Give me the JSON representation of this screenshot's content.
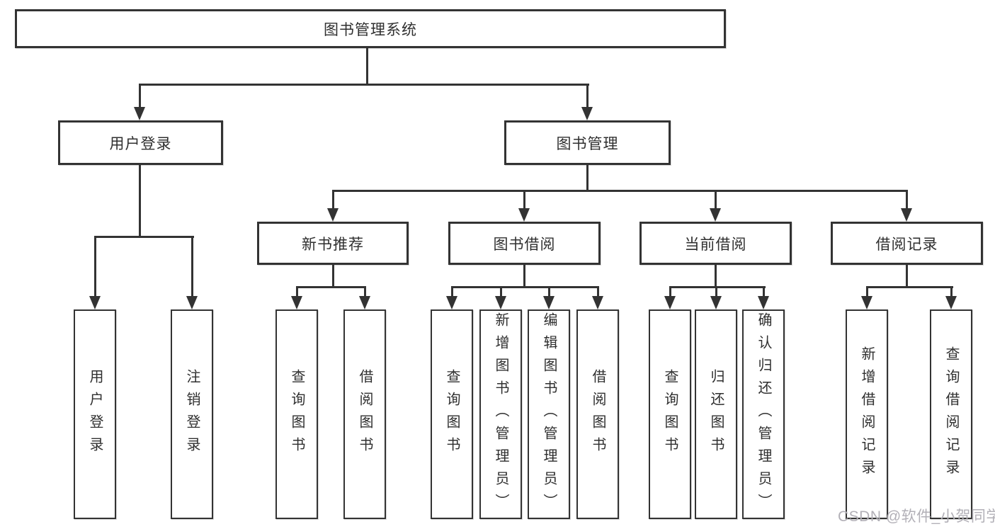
{
  "tree": {
    "root": {
      "label": "图书管理系统",
      "children": [
        {
          "label": "用户登录",
          "children": [
            {
              "label": "用户登录"
            },
            {
              "label": "注销登录"
            }
          ]
        },
        {
          "label": "图书管理",
          "children": [
            {
              "label": "新书推荐",
              "children": [
                {
                  "label": "查询图书"
                },
                {
                  "label": "借阅图书"
                }
              ]
            },
            {
              "label": "图书借阅",
              "children": [
                {
                  "label": "查询图书"
                },
                {
                  "label": "新增图书（管理员）"
                },
                {
                  "label": "编辑图书（管理员）"
                },
                {
                  "label": "借阅图书"
                }
              ]
            },
            {
              "label": "当前借阅",
              "children": [
                {
                  "label": "查询图书"
                },
                {
                  "label": "归还图书"
                },
                {
                  "label": "确认归还（管理员）"
                }
              ]
            },
            {
              "label": "借阅记录",
              "children": [
                {
                  "label": "新增借阅记录"
                },
                {
                  "label": "查询借阅记录"
                }
              ]
            }
          ]
        }
      ]
    }
  },
  "watermark": {
    "text": "CSDN @软件_小贺同学"
  },
  "colors": {
    "line": "#333333",
    "node_text": "#2f2f2f",
    "background": "#ffffff",
    "watermark": "#b2b0b7"
  }
}
